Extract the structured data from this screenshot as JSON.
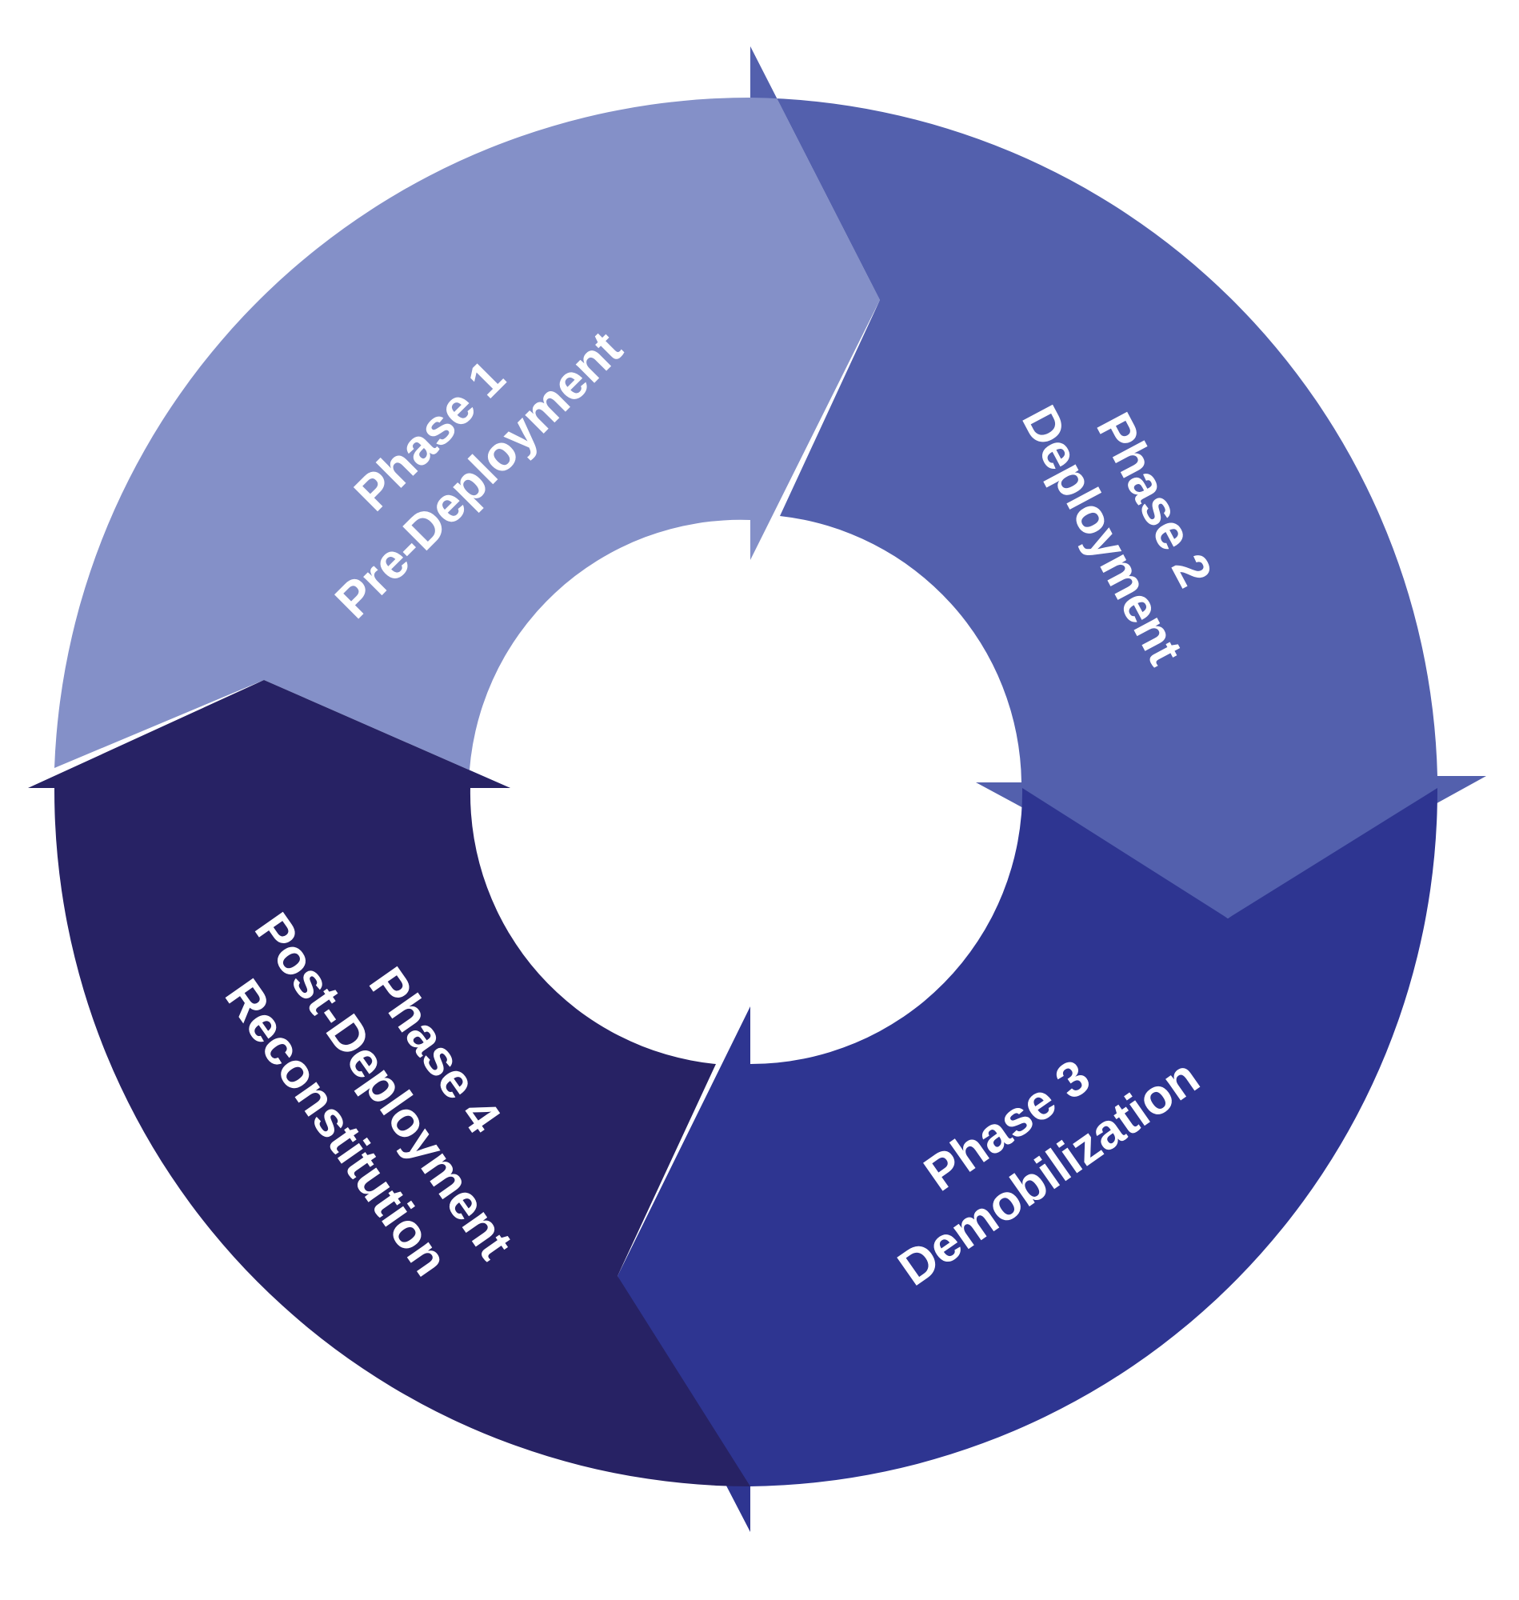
{
  "diagram": {
    "phases": [
      {
        "title": "Phase 1",
        "lines": [
          "Pre-Deployment"
        ],
        "color": "#8490c8"
      },
      {
        "title": "Phase 2",
        "lines": [
          "Deployment"
        ],
        "color": "#5360ad"
      },
      {
        "title": "Phase 3",
        "lines": [
          "Demobilization"
        ],
        "color": "#2e3591"
      },
      {
        "title": "Phase 4",
        "lines": [
          "Post-Deployment",
          "Reconstitution"
        ],
        "color": "#272264"
      }
    ]
  }
}
